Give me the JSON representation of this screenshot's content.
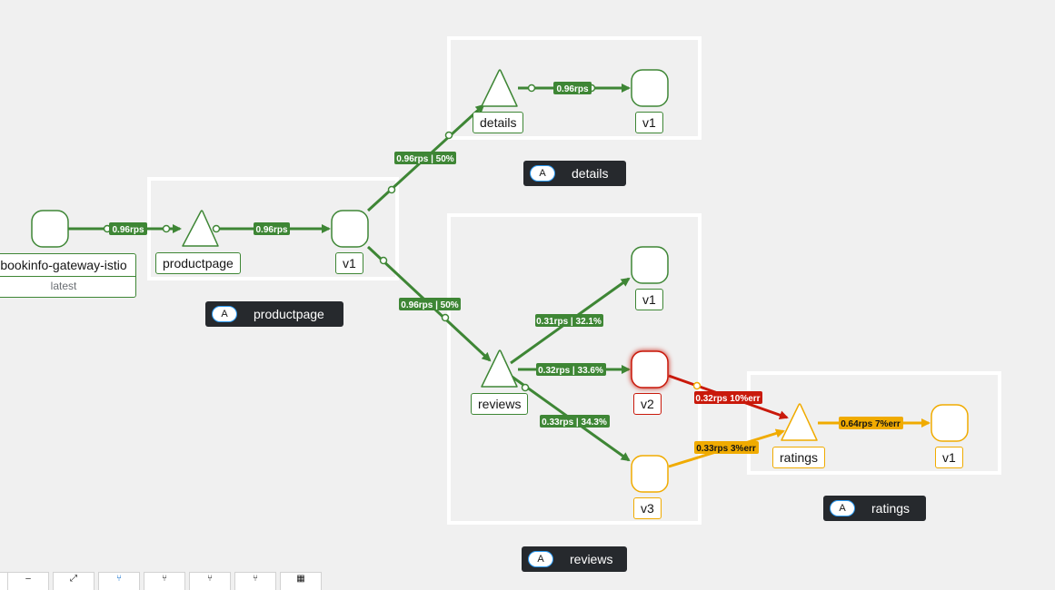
{
  "gateway": {
    "name": "bookinfo-gateway-istio",
    "version": "latest"
  },
  "nodes": {
    "productpage": "productpage",
    "productpage_v1": "v1",
    "details": "details",
    "details_v1": "v1",
    "reviews": "reviews",
    "reviews_v1": "v1",
    "reviews_v2": "v2",
    "reviews_v3": "v3",
    "ratings": "ratings",
    "ratings_v1": "v1"
  },
  "apps": {
    "badge_letter": "A",
    "productpage": "productpage",
    "details": "details",
    "reviews": "reviews",
    "ratings": "ratings"
  },
  "edges": {
    "gateway_to_productpage": "0.96rps",
    "productpage_to_v1": "0.96rps",
    "to_details": "0.96rps | 50%",
    "details_to_v1": "0.96rps",
    "to_reviews": "0.96rps | 50%",
    "reviews_to_v1": "0.31rps | 32.1%",
    "reviews_to_v2": "0.32rps | 33.6%",
    "reviews_to_v3": "0.33rps | 34.3%",
    "v2_to_ratings": "0.32rps 10%err",
    "v3_to_ratings": "0.33rps 3%err",
    "ratings_to_v1": "0.64rps 7%err"
  },
  "colors": {
    "healthy": "#3e8635",
    "degraded": "#f0ab00",
    "failure": "#c9190b",
    "badge_bg": "#26292d",
    "canvas_bg": "#f0f0f0"
  },
  "toolbar": {
    "icons": [
      "zoom-in-icon",
      "zoom-out-icon",
      "layout-default-icon",
      "layout-1-icon",
      "layout-2-icon",
      "layout-3-icon",
      "layout-4-icon",
      "map-icon"
    ]
  }
}
